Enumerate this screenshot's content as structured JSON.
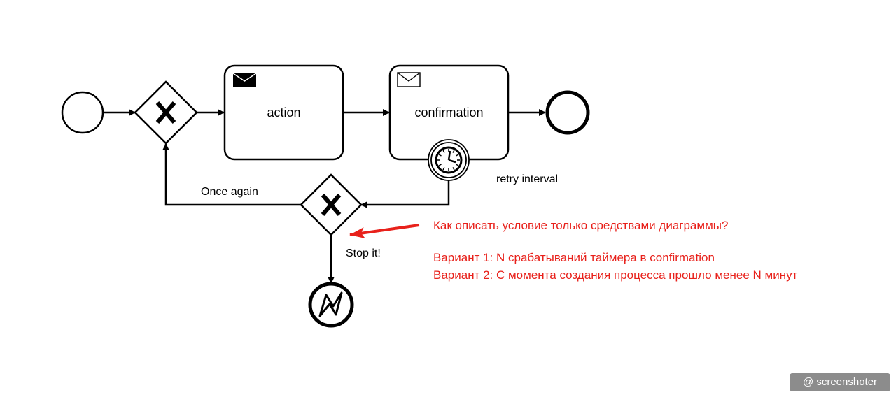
{
  "tasks": {
    "action": "action",
    "confirmation": "confirmation"
  },
  "flow_labels": {
    "loop": "Once again",
    "timer": "retry interval",
    "stop": "Stop it!"
  },
  "note": {
    "question": "Как описать условие только средствами диаграммы?",
    "option1": "Вариант 1: N  срабатываний  таймера в confirmation",
    "option2": "Вариант 2: С момента создания процесса прошло менее N минут"
  },
  "watermark": "@ screenshoter",
  "colors": {
    "stroke": "#000000",
    "annotation": "#e8211b",
    "watermark_bg": "#8c8c8c"
  },
  "icons": [
    "start-event",
    "exclusive-gateway-icon",
    "envelope-filled-icon",
    "envelope-outline-icon",
    "timer-clock-icon",
    "error-lightning-icon",
    "end-event"
  ]
}
